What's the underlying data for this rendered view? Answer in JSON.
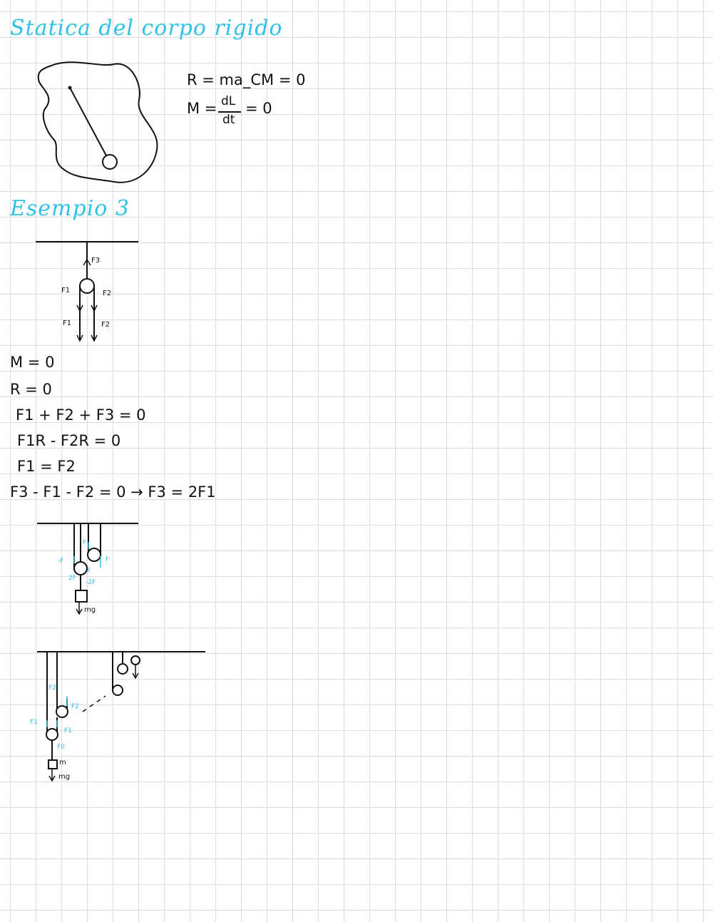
{
  "notes": {
    "title": "Statica del corpo rigido",
    "top_equations": {
      "eq1": "R = ma_CM = 0",
      "eq2_lhs": "M =",
      "eq2_num": "dL",
      "eq2_den": "dt",
      "eq2_rhs": "= 0"
    },
    "example_title": "Esempio 3",
    "fig1_labels": {
      "f3": "F3",
      "f1_upper": "F1",
      "f2_upper": "F2",
      "f1_lower": "F1",
      "f2_lower": "F2"
    },
    "equations": [
      "M = 0",
      "R = 0",
      "F1 + F2 + F3 = 0",
      "F1R - F2R = 0",
      "F1 = F2",
      "F3 - F1 - F2 = 0  →  F3 = 2F1"
    ],
    "fig2_labels": {
      "f_top": "F",
      "minus_f": "-F",
      "f_right": "F",
      "f_mid": "F",
      "two_f": "2F",
      "minus_two_f": "-2F",
      "mg": "mg"
    },
    "fig3_labels": {
      "f2_left": "F2",
      "f2_right": "F2",
      "f1_left": "F1",
      "f1_right": "F1",
      "f0": "F0",
      "m": "m",
      "mg": "mg"
    },
    "colors": {
      "accent": "#2fc2e6",
      "ink": "#111111",
      "grid": "#dedede"
    }
  }
}
